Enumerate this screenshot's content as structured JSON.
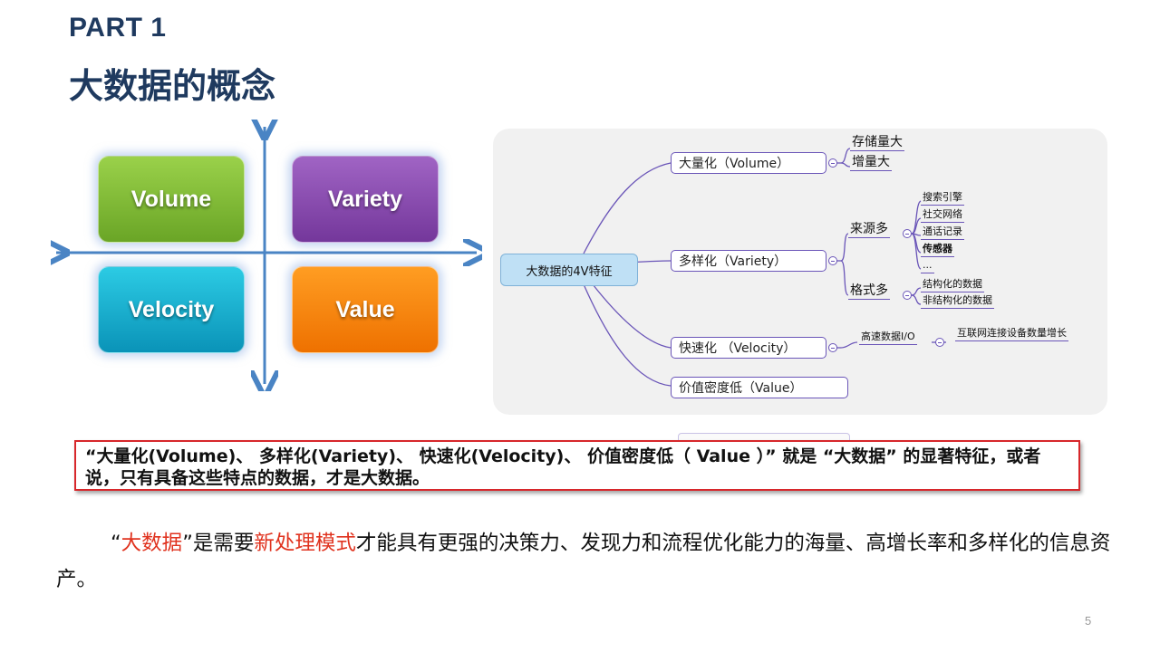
{
  "slide": {
    "part_label": "PART 1",
    "title": "大数据的概念",
    "page_number": "5"
  },
  "quadrant": {
    "volume": "Volume",
    "variety": "Variety",
    "velocity": "Velocity",
    "value": "Value"
  },
  "mindmap": {
    "root": "大数据的4V特征",
    "volume": {
      "label": "大量化（Volume）",
      "children": [
        "存储量大",
        "增量大"
      ]
    },
    "variety": {
      "label": "多样化（Variety）",
      "source": {
        "label": "来源多",
        "children": [
          "搜索引擎",
          "社交网络",
          "通话记录",
          "传感器",
          "..."
        ]
      },
      "format": {
        "label": "格式多",
        "children": [
          "结构化的数据",
          "非结构化的数据"
        ]
      }
    },
    "velocity": {
      "label": "快速化 （Velocity）",
      "child": "高速数据I/O",
      "grandchild": "互联网连接设备数量增长"
    },
    "value": {
      "label": "价值密度低（Value）"
    }
  },
  "note": {
    "text": "“大量化(Volume)、 多样化(Variety)、 快速化(Velocity)、 价值密度低（ Value ）” 就是 “大数据” 的显著特征，或者说，只有具备这些特点的数据，才是大数据。"
  },
  "definition": {
    "open_quote": "“",
    "term": "大数据",
    "part1": "”是需要",
    "highlight": "新处理模式",
    "part2": "才能具有更强的决策力、发现力和流程优化能力的海量、高增长率和多样化的信息资产。"
  },
  "colors": {
    "title": "#1f3a5f",
    "accent_red": "#e0331f",
    "note_border": "#d7272b",
    "axis": "#4a84c4",
    "mindmap_line": "#6a55b8"
  }
}
